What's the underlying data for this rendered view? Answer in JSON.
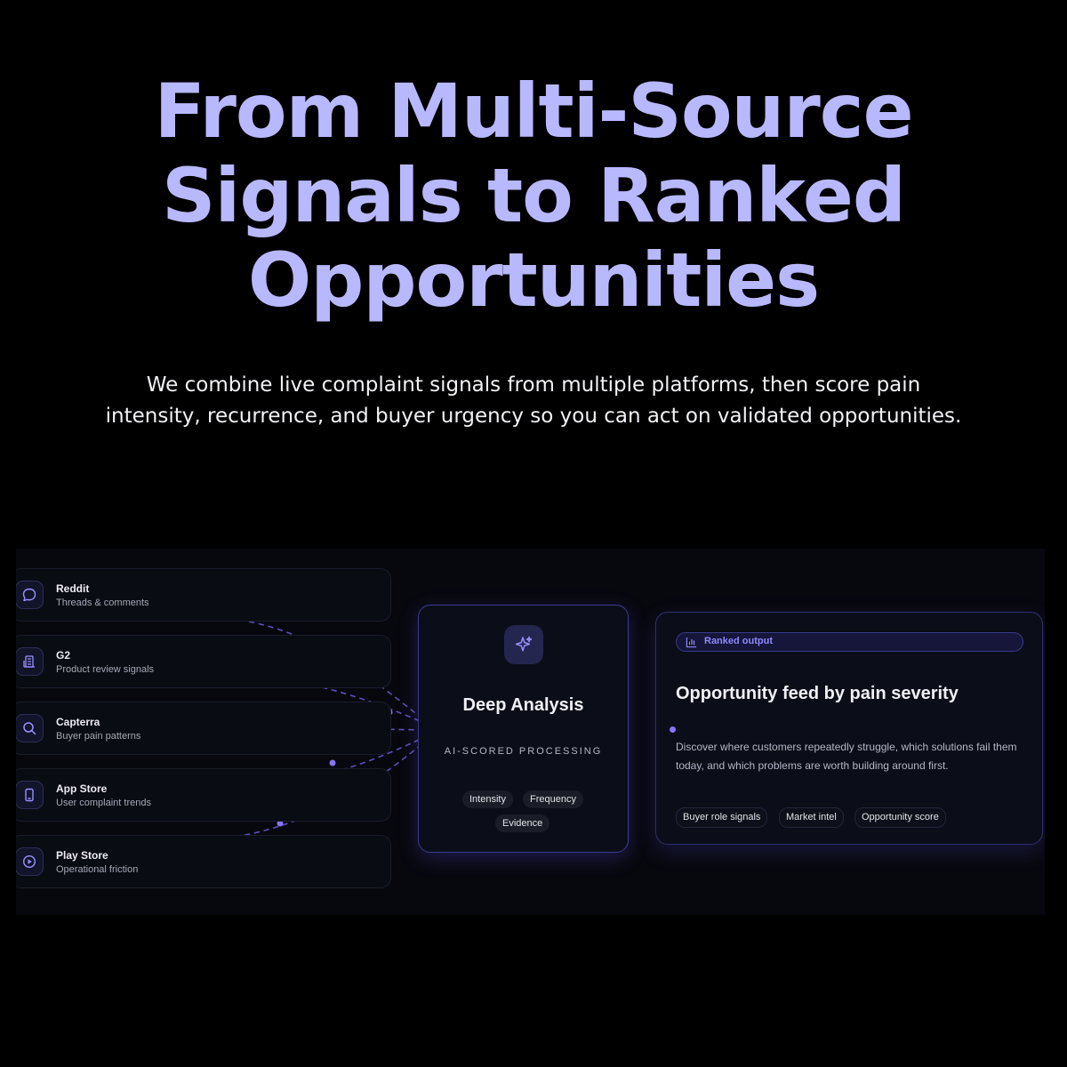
{
  "hero": {
    "title_line1": "From Multi-Source",
    "title_line2": "Signals to Ranked",
    "title_line3": "Opportunities",
    "subtitle_line1": "We combine live complaint signals from multiple platforms, then score pain",
    "subtitle_line2": "intensity, recurrence, and buyer urgency so you can act on validated opportunities."
  },
  "sources": [
    {
      "name": "Reddit",
      "desc": "Threads & comments",
      "icon": "chat-bubble-icon"
    },
    {
      "name": "G2",
      "desc": "Product review signals",
      "icon": "building-icon"
    },
    {
      "name": "Capterra",
      "desc": "Buyer pain patterns",
      "icon": "search-icon"
    },
    {
      "name": "App Store",
      "desc": "User complaint trends",
      "icon": "phone-icon"
    },
    {
      "name": "Play Store",
      "desc": "Operational friction",
      "icon": "play-icon"
    }
  ],
  "analysis": {
    "title": "Deep Analysis",
    "subtitle": "AI-SCORED PROCESSING",
    "icon": "sparkle-icon",
    "chips": [
      "Intensity",
      "Frequency",
      "Evidence"
    ]
  },
  "output": {
    "pill_label": "Ranked output",
    "pill_icon": "bar-chart-icon",
    "title": "Opportunity feed by pain severity",
    "description": "Discover where customers repeatedly struggle, which solutions fail them today, and which problems are worth building around first.",
    "chips": [
      "Buyer role signals",
      "Market intel",
      "Opportunity score"
    ]
  },
  "colors": {
    "background": "#000000",
    "hero_title": "#b8b8ff",
    "accent": "#8a73ff",
    "panel": "#07080e",
    "card_border_accent": "#3b3a8f"
  }
}
